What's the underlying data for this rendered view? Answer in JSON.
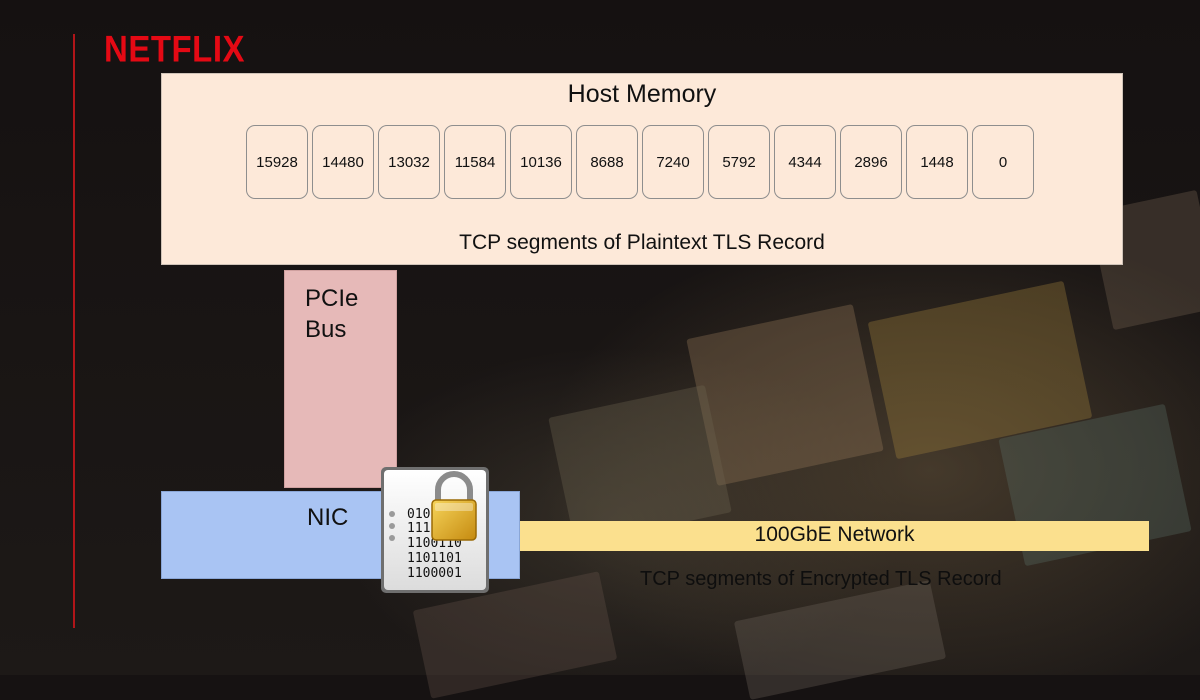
{
  "logo": "NETFLIX",
  "host_memory": {
    "title": "Host Memory",
    "segments": [
      "15928",
      "14480",
      "13032",
      "11584",
      "10136",
      "8688",
      "7240",
      "5792",
      "4344",
      "2896",
      "1448",
      "0"
    ],
    "caption": "TCP segments of Plaintext TLS Record"
  },
  "pcie": {
    "label": "PCIe\nBus"
  },
  "nic": {
    "label": "NIC"
  },
  "network": {
    "label": "100GbE Network",
    "caption": "TCP segments of Encrypted TLS Record"
  },
  "encrypted_file": {
    "icon": "encrypted-file-icon",
    "binary_lines": [
      "010",
      "111",
      "1100110",
      "1101101",
      "1100001"
    ]
  },
  "colors": {
    "brand": "#e50914",
    "host_memory": "#fde9d9",
    "pcie": "#e6b9b8",
    "nic": "#a9c4f3",
    "network": "#fbe08e"
  }
}
